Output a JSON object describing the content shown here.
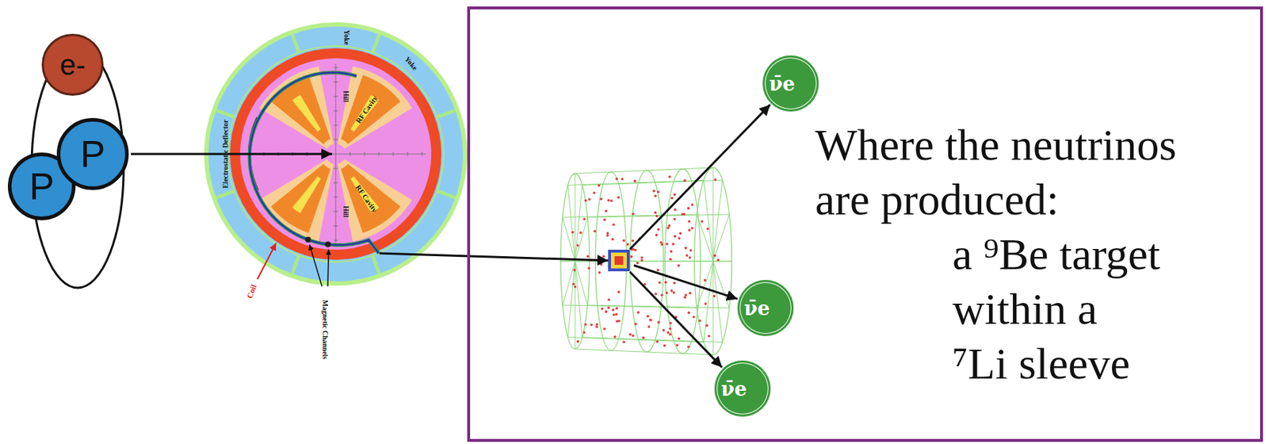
{
  "diagram": {
    "nodes": [
      {
        "text": [
          "e-"
        ]
      },
      {
        "text": [
          "P"
        ]
      },
      {
        "text": [
          "P"
        ]
      },
      {
        "text": [
          "Where the neutrinos are produced:",
          "a ⁹Be target within a ⁷Li sleeve"
        ]
      },
      {
        "text": [
          "ν̄e"
        ],
        "in": 3
      },
      {
        "text": [
          "ν̄e"
        ],
        "in": 3
      },
      {
        "text": [
          "ν̄e"
        ],
        "in": 3
      }
    ],
    "labels": [
      "Yoke",
      "Yoke",
      "Hill",
      "RF Cavity",
      "Hill",
      "RF Cavity",
      "Electrostatic Deflector",
      "Coil",
      "Magnetic Channels"
    ]
  }
}
